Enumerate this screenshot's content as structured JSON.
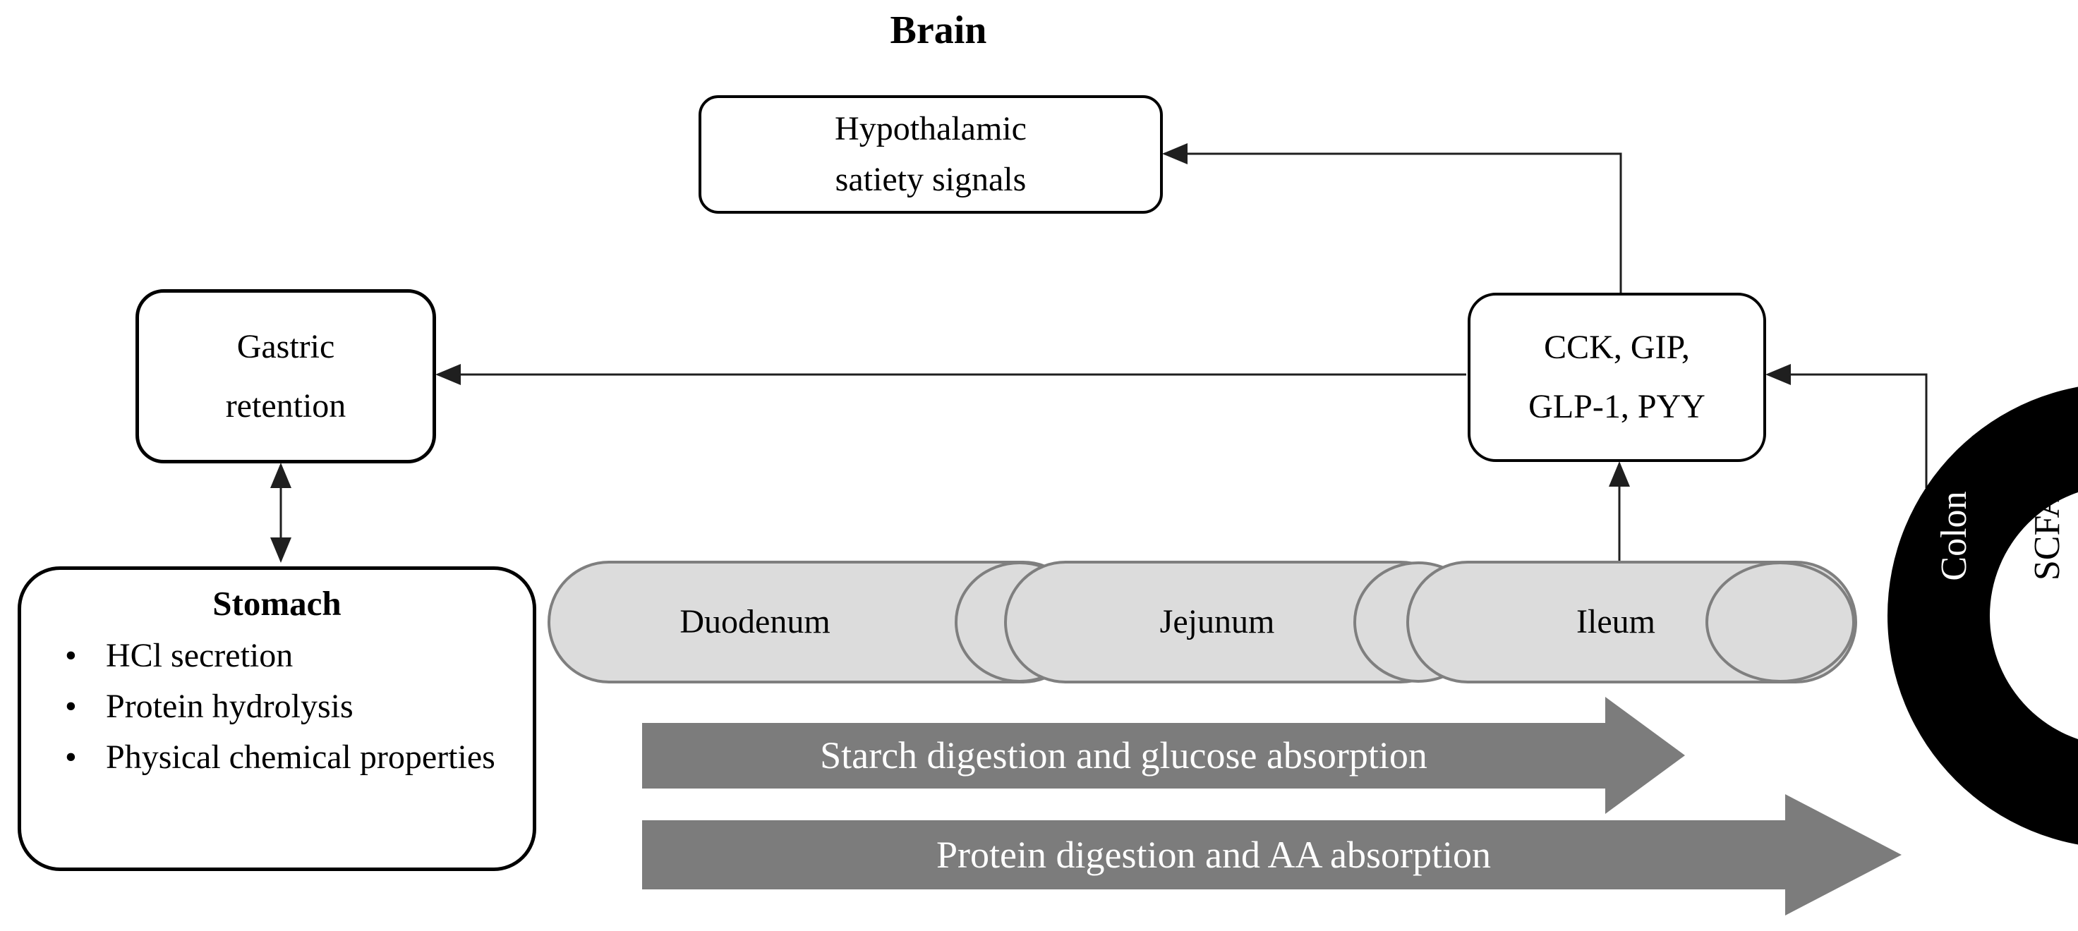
{
  "diagram": {
    "brain_label": "Brain",
    "hypothalamic": {
      "line1": "Hypothalamic",
      "line2": "satiety signals"
    },
    "gastric": {
      "line1": "Gastric",
      "line2": "retention"
    },
    "cck": {
      "line1": "CCK, GIP,",
      "line2": "GLP-1, PYY"
    },
    "stomach": {
      "title": "Stomach",
      "bullet_glyph": "•",
      "bullets": [
        "HCl secretion",
        "Protein hydrolysis",
        "Physical chemical properties"
      ]
    },
    "intestine": {
      "segments": [
        "Duodenum",
        "Jejunum",
        "Ileum"
      ]
    },
    "colon": {
      "label": "Colon",
      "scfa_label": "SCFA"
    },
    "flow_arrows": [
      {
        "label": "Starch digestion and glucose absorption"
      },
      {
        "label": "Protein digestion and AA absorption"
      }
    ],
    "colors": {
      "capsule_fill": "#dcdcdc",
      "capsule_stroke": "#7f7f7f",
      "block_arrow_gray": "#7c7c7c",
      "colon_black": "#000000",
      "line_color": "#1f1f1f",
      "box_border": "#000000",
      "background": "#ffffff"
    }
  }
}
